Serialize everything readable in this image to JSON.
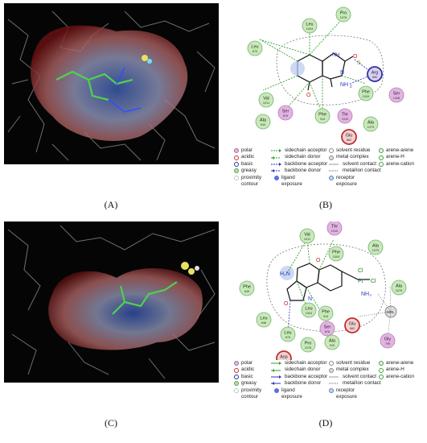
{
  "captions": {
    "a": "(A)",
    "b": "(B)",
    "c": "(C)",
    "d": "(D)"
  },
  "panel_b": {
    "residues": [
      {
        "name": "Pro",
        "num": "1076",
        "type": "greasy"
      },
      {
        "name": "Leu",
        "num": "1004",
        "type": "greasy"
      },
      {
        "name": "Leu",
        "num": "873",
        "type": "greasy"
      },
      {
        "name": "Arg",
        "num": "880",
        "type": "basic"
      },
      {
        "name": "Ser",
        "num": "1008",
        "type": "polar"
      },
      {
        "name": "Val",
        "num": "1011",
        "type": "greasy"
      },
      {
        "name": "Ser",
        "num": "876",
        "type": "polar"
      },
      {
        "name": "Phe",
        "num": "914",
        "type": "greasy"
      },
      {
        "name": "Phe",
        "num": "1009",
        "type": "greasy"
      },
      {
        "name": "Thr",
        "num": "1010",
        "type": "polar"
      },
      {
        "name": "Ala",
        "num": "910",
        "type": "greasy"
      },
      {
        "name": "Ala",
        "num": "1079",
        "type": "greasy"
      },
      {
        "name": "Glu",
        "num": "882",
        "type": "acidic"
      }
    ],
    "atoms": {
      "n1": "N",
      "h1": "H",
      "n2": "N",
      "o1": "O",
      "o2": "O",
      "nh2": "NH",
      "nh2_sub": "2",
      "s": "S"
    }
  },
  "panel_d": {
    "residues": [
      {
        "name": "Val",
        "num": "1011",
        "type": "greasy"
      },
      {
        "name": "Thr",
        "num": "1010",
        "type": "polar"
      },
      {
        "name": "Phe",
        "num": "1009",
        "type": "greasy"
      },
      {
        "name": "Ala",
        "num": "1079",
        "type": "greasy"
      },
      {
        "name": "Ala",
        "num": "1079",
        "type": "greasy"
      },
      {
        "name": "Phe",
        "num": "649",
        "type": "greasy"
      },
      {
        "name": "Leu",
        "num": "648",
        "type": "greasy"
      },
      {
        "name": "Leu",
        "num": "1004",
        "type": "greasy"
      },
      {
        "name": "Phe",
        "num": "914",
        "type": "greasy"
      },
      {
        "name": "Ser",
        "num": "876",
        "type": "polar"
      },
      {
        "name": "Glu",
        "num": "882",
        "type": "acidic"
      },
      {
        "name": "Leu",
        "num": "873",
        "type": "greasy"
      },
      {
        "name": "Pro",
        "num": "1076",
        "type": "greasy"
      },
      {
        "name": "Ala",
        "num": "910",
        "type": "greasy"
      },
      {
        "name": "Gly",
        "num": "799",
        "type": "polar"
      },
      {
        "name": "Asp",
        "num": "872",
        "type": "acidic"
      }
    ],
    "atoms": {
      "o1": "O",
      "o2": "O",
      "nh2": "H₂N",
      "pt": "Pt",
      "cl1": "Cl",
      "cl2": "Cl",
      "nh3": "NH₃",
      "n": "N",
      "mol": "MOL"
    }
  },
  "legend": {
    "col1": [
      "polar",
      "acidic",
      "basic",
      "greasy",
      "proximity",
      "contour"
    ],
    "col2": [
      "sidechain acceptor",
      "sidechain donor",
      "backbone acceptor",
      "backbone donor",
      "ligand",
      "exposure"
    ],
    "col3": [
      "solvent residue",
      "metal complex",
      "solvent contact",
      "metal/ion contact",
      "receptor",
      "exposure"
    ],
    "col4": [
      "arene-arene",
      "arene-H",
      "arene-cation"
    ]
  },
  "colors": {
    "polar": "#e3b3e3",
    "acidic": "#e07070",
    "basic": "#8878d8",
    "greasy": "#b0e0a0",
    "hbond": "#30a030"
  }
}
